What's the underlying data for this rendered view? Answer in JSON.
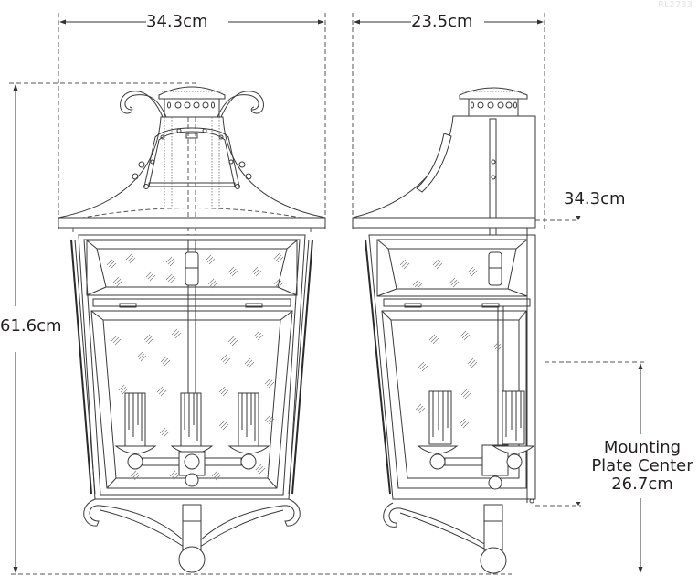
{
  "drawing": {
    "code": "RL2733",
    "front_view": {
      "width_label": "34.3cm",
      "height_label": "61.6cm"
    },
    "side_view": {
      "depth_label": "23.5cm",
      "top_to_mount_label": "34.3cm",
      "mounting_plate": {
        "line1": "Mounting",
        "line2": "Plate Center",
        "value": "26.7cm"
      }
    }
  },
  "colors": {
    "line": "#3a3a3a",
    "text": "#231f20",
    "background": "#ffffff"
  }
}
